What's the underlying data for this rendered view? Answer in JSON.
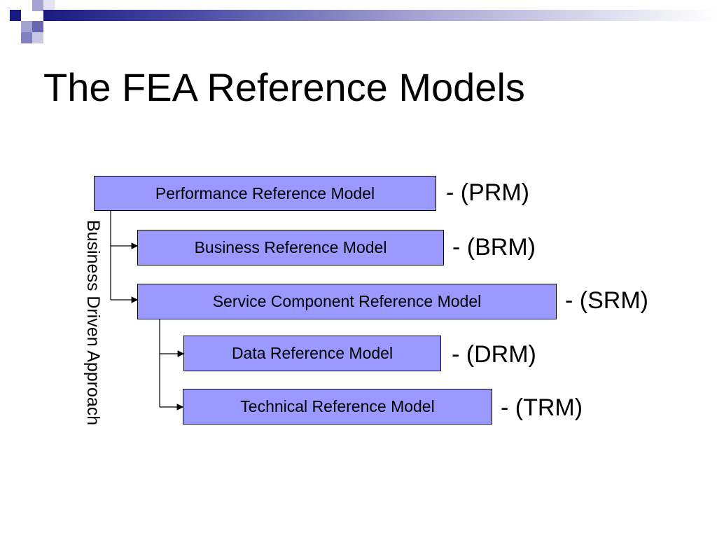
{
  "slide": {
    "title": "The FEA Reference Models"
  },
  "side_label": "Business Driven Approach",
  "models": [
    {
      "name": "Performance Reference Model",
      "abbr": "- (PRM)"
    },
    {
      "name": "Business Reference Model",
      "abbr": "- (BRM)"
    },
    {
      "name": "Service Component Reference Model",
      "abbr": "- (SRM)"
    },
    {
      "name": "Data Reference Model",
      "abbr": "- (DRM)"
    },
    {
      "name": "Technical Reference Model",
      "abbr": "- (TRM)"
    }
  ],
  "colors": {
    "box_fill": "#9999ff",
    "box_border": "#000000",
    "accent_dark": "#1a1a80",
    "accent_mid": "#6666b3",
    "accent_light": "#a3a3d2"
  }
}
